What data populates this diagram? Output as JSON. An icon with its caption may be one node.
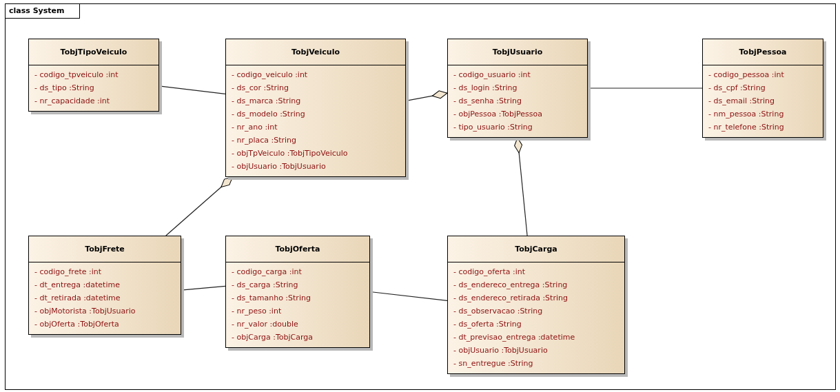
{
  "diagram": {
    "nodes": [
      {
        "text": [
          "class System"
        ]
      },
      {
        "text": [
          "TobjTipoVeiculo",
          "- codigo_tpveiculo :int",
          "- ds_tipo :String",
          "- nr_capacidade :int"
        ],
        "in": 0
      },
      {
        "text": [
          "TobjVeiculo",
          "- codigo_veiculo :int",
          "- ds_cor :String",
          "- ds_marca :String",
          "- ds_modelo :String",
          "- nr_ano :int",
          "- nr_placa :String",
          "- objTpVeiculo :TobjTipoVeiculo",
          "- objUsuario :TobjUsuario"
        ],
        "in": 0
      },
      {
        "text": [
          "TobjUsuario",
          "- codigo_usuario :int",
          "- ds_login :String",
          "- ds_senha :String",
          "- objPessoa :TobjPessoa",
          "- tipo_usuario :String"
        ],
        "in": 0
      },
      {
        "text": [
          "TobjPessoa",
          "- codigo_pessoa :int",
          "- ds_cpf :String",
          "- ds_email :String",
          "- nm_pessoa :String",
          "- nr_telefone :String"
        ],
        "in": 0
      },
      {
        "text": [
          "TobjFrete",
          "- codigo_frete :int",
          "- dt_entrega :datetime",
          "- dt_retirada :datetime",
          "- objMotorista :TobjUsuario",
          "- objOferta :TobjOferta"
        ],
        "in": 0
      },
      {
        "text": [
          "TobjOferta",
          "- codigo_carga :int",
          "- ds_carga :String",
          "- ds_tamanho :String",
          "- nr_peso :int",
          "- nr_valor :double",
          "- objCarga :TobjCarga"
        ],
        "in": 0
      },
      {
        "text": [
          "TobjCarga",
          "- codigo_oferta :int",
          "- ds_endereco_entrega :String",
          "- ds_endereco_retirada :String",
          "- ds_observacao :String",
          "- ds_oferta :String",
          "- dt_previsao_entrega :datetime",
          "- objUsuario :TobjUsuario",
          "- sn_entregue :String"
        ],
        "in": 0
      }
    ],
    "edges": [
      {
        "from": 1,
        "to": 2,
        "arrow": "none"
      },
      {
        "from": 2,
        "to": 3,
        "arrow": "other"
      },
      {
        "from": 3,
        "to": 4,
        "arrow": "none"
      },
      {
        "from": 5,
        "to": 2,
        "arrow": "other"
      },
      {
        "from": 7,
        "to": 3,
        "arrow": "other"
      },
      {
        "from": 5,
        "to": 6,
        "arrow": "none"
      },
      {
        "from": 6,
        "to": 7,
        "arrow": "none"
      }
    ]
  }
}
